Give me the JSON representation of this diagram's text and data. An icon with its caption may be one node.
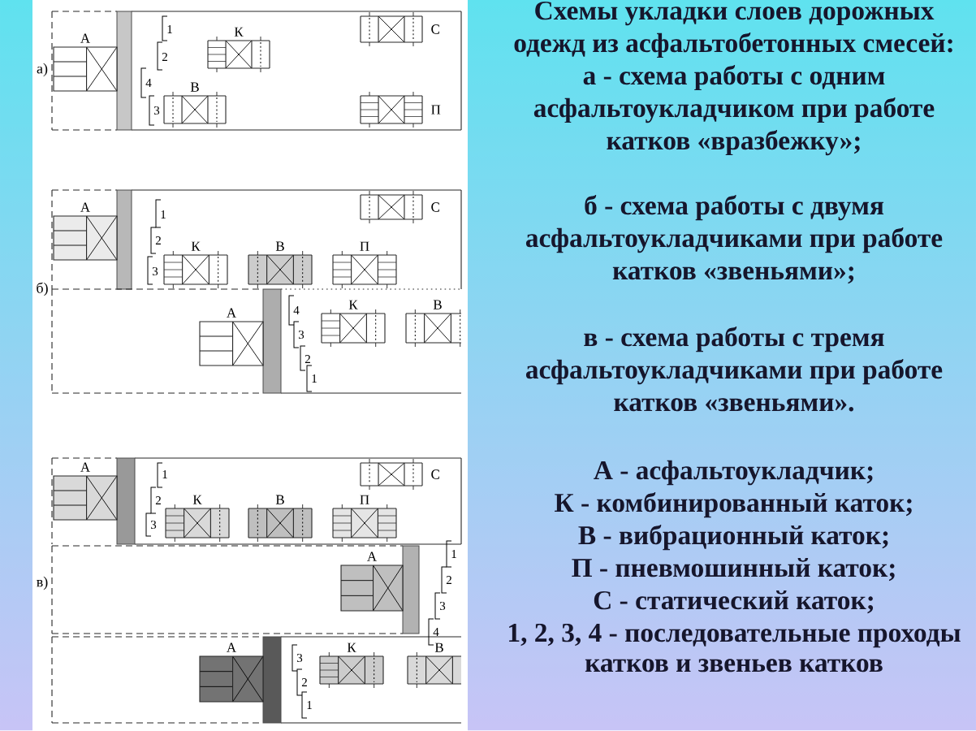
{
  "diagram": {
    "title": "Схемы укладки слоев дорожных одежд из асфальтобетонных смесей:",
    "nodes": [
      {
        "text": [],
        "shape": "box"
      },
      {
        "text": [
          "А"
        ],
        "in": 0
      },
      {
        "text": [
          "С"
        ],
        "in": 0
      },
      {
        "text": [
          "К"
        ],
        "in": 0
      },
      {
        "text": [
          "В"
        ],
        "in": 0
      },
      {
        "text": [
          "П"
        ],
        "in": 0
      },
      {
        "text": [],
        "shape": "box"
      },
      {
        "text": [
          "А"
        ],
        "in": 6
      },
      {
        "text": [
          "С"
        ],
        "in": 6
      },
      {
        "text": [
          "К"
        ],
        "in": 6
      },
      {
        "text": [
          "В"
        ],
        "in": 6
      },
      {
        "text": [
          "П"
        ],
        "in": 6
      },
      {
        "text": [],
        "shape": "box"
      },
      {
        "text": [
          "А"
        ],
        "in": 12
      },
      {
        "text": [
          "К"
        ],
        "in": 12
      },
      {
        "text": [
          "В"
        ],
        "in": 12
      },
      {
        "text": [],
        "shape": "box"
      },
      {
        "text": [
          "А"
        ],
        "in": 16
      },
      {
        "text": [
          "С"
        ],
        "in": 16
      },
      {
        "text": [
          "К"
        ],
        "in": 16
      },
      {
        "text": [
          "В"
        ],
        "in": 16
      },
      {
        "text": [
          "П"
        ],
        "in": 16
      },
      {
        "text": [],
        "shape": "box"
      },
      {
        "text": [
          "А"
        ],
        "in": 22
      },
      {
        "text": [],
        "shape": "box"
      },
      {
        "text": [
          "А"
        ],
        "in": 24
      },
      {
        "text": [
          "К"
        ],
        "in": 24
      },
      {
        "text": [
          "В"
        ],
        "in": 24
      }
    ],
    "labels": [
      "а)",
      "1",
      "2",
      "4",
      "3",
      "б)",
      "1",
      "2",
      "3",
      "4",
      "3",
      "2",
      "1",
      "в)",
      "1",
      "2",
      "3",
      "1",
      "2",
      "3",
      "4",
      "3",
      "2",
      "1",
      "а - схема работы с одним асфальтоукладчиком при работе катков «вразбежку»;",
      "б - схема работы с двумя асфальтоукладчиками при работе катков «звеньями»;",
      "в - схема работы с тремя асфальтоукладчиками при работе катков «звеньями».",
      "А - асфальтоукладчик;",
      "К - комбинированный каток;",
      "В - вибрационный каток;",
      "П - пневмошинный каток;",
      "С - статический каток;",
      "1, 2, 3, 4 - последовательные проходы катков и звеньев катков"
    ]
  }
}
